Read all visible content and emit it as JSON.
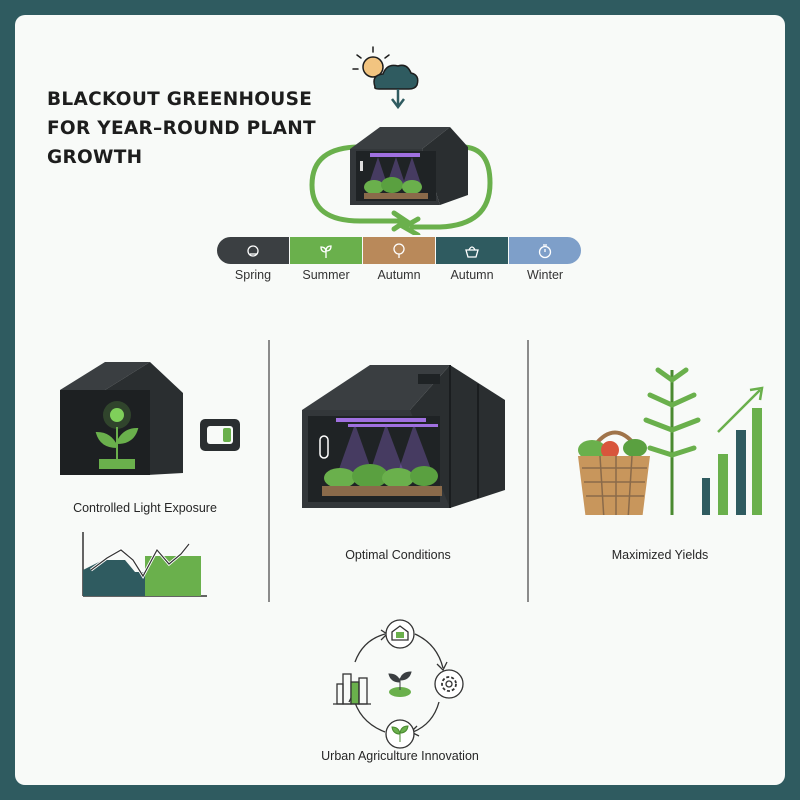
{
  "title": "BLACKOUT GREENHOUSE FOR YEAR–ROUND PLANT GROWTH",
  "seasons": [
    {
      "label": "Spring",
      "color": "#3b3f42",
      "icon": "sun-cloud-icon"
    },
    {
      "label": "Summer",
      "color": "#6ab04c",
      "icon": "sprout-icon"
    },
    {
      "label": "Autumn",
      "color": "#b9895a",
      "icon": "tree-icon"
    },
    {
      "label": "Autumn",
      "color": "#2f5b60",
      "icon": "basket-icon"
    },
    {
      "label": "Winter",
      "color": "#7e9fc9",
      "icon": "timer-icon"
    }
  ],
  "panels": {
    "light": {
      "caption": "Controlled Light Exposure"
    },
    "conditions": {
      "caption": "Optimal Conditions"
    },
    "yields": {
      "caption": "Maximized Yields"
    }
  },
  "urban": {
    "caption": "Urban Agriculture Innovation"
  },
  "colors": {
    "green": "#6ab04c",
    "dark_teal": "#2f5b60",
    "greenhouse_dark": "#2e3235",
    "grow_light": "#a070e0"
  }
}
